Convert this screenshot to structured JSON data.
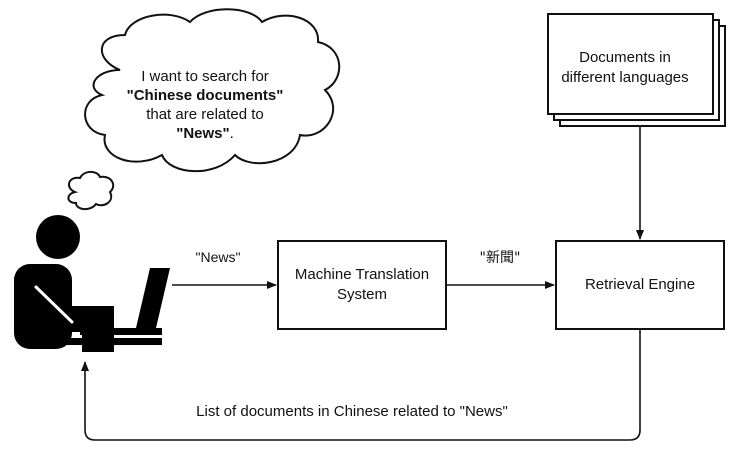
{
  "thought": {
    "line1": "I want to search for",
    "line2": "\"Chinese documents\"",
    "line3": "that are related to",
    "line4": "\"News\"",
    "line4_suffix": "."
  },
  "documents": {
    "line1": "Documents in",
    "line2": "different languages"
  },
  "mt_system": {
    "line1": "Machine Translation",
    "line2": "System"
  },
  "retrieval_engine": {
    "label": "Retrieval Engine"
  },
  "query_en": "\"News\"",
  "query_zh": "\"新聞\"",
  "result": "List of documents in Chinese related to \"News\""
}
